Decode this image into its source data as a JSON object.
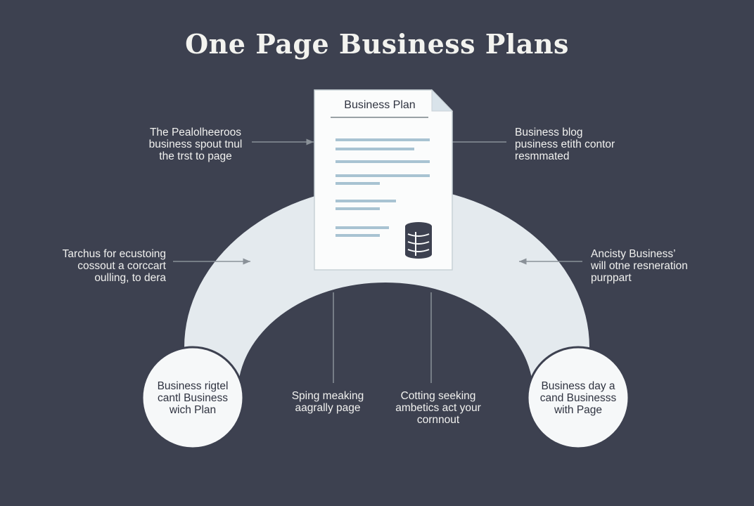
{
  "title": "One Page Business Plans",
  "document": {
    "heading": "Business Plan",
    "icon": "database-icon"
  },
  "callouts": {
    "upper_left": "The Pealolheeroos\nbusiness spout tnul\nthe trst to page",
    "upper_right": "Business blog\npusiness etith contor\nresmmated",
    "mid_left": "Tarchus for ecustoing\ncossout a corccart\noulling, to dera",
    "mid_right": "Ancisty Business’\nwill otne resneration\npurppart",
    "inner_left": "Sping meaking\naagrally page",
    "inner_right": "Cotting seeking\nambetics act your\ncornnout"
  },
  "nodes": {
    "left": "Business rigtel\ncantl Business\nwich Plan",
    "right": "Business day a\ncand Businesss\nwith Page"
  },
  "colors": {
    "background": "#3d4150",
    "arch": "#e4eaee",
    "doc_lines": "#a8c3d2",
    "connector": "#8a9198"
  }
}
